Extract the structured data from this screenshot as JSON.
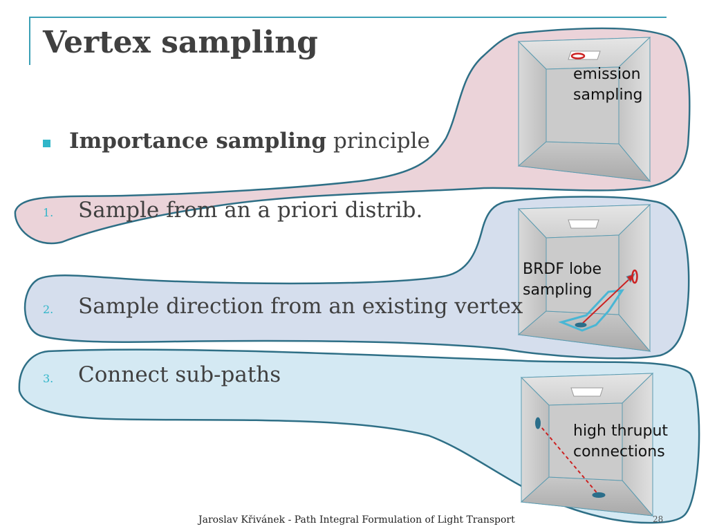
{
  "slide": {
    "title": "Vertex sampling",
    "bullet": {
      "bold": "Importance sampling",
      "rest": " principle"
    },
    "items": [
      {
        "num": "1.",
        "text": "Sample from an a priori distrib."
      },
      {
        "num": "2.",
        "text": "Sample direction from an existing vertex"
      },
      {
        "num": "3.",
        "text": "Connect sub-paths"
      }
    ],
    "callouts": {
      "emission": [
        "emission",
        "sampling"
      ],
      "brdf": [
        "BRDF lobe",
        "sampling"
      ],
      "connect": [
        "high thruput",
        "connections"
      ]
    },
    "footer": "Jaroslav Křivánek - Path Integral Formulation of Light Transport",
    "page_number": "28"
  },
  "colors": {
    "accent": "#31b6c9",
    "pink_region": "#ebd3d9",
    "lavender_region": "#d5deed",
    "lightblue_region": "#d4e9f3",
    "region_outline": "#2e6f86",
    "red_sample": "#cc2222"
  }
}
